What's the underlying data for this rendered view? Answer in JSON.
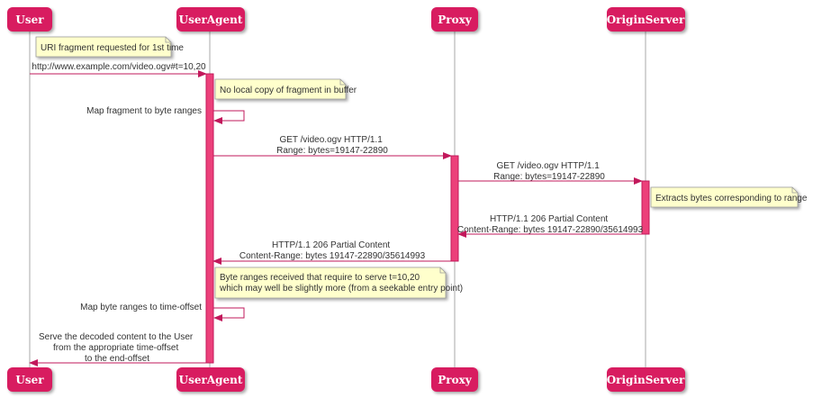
{
  "participants": [
    {
      "id": "user",
      "label": "User"
    },
    {
      "id": "useragent",
      "label": "UserAgent"
    },
    {
      "id": "proxy",
      "label": "Proxy"
    },
    {
      "id": "origin",
      "label": "OriginServer"
    }
  ],
  "notes": {
    "n1": [
      "URI fragment requested for 1st time"
    ],
    "n2": [
      "No local copy of fragment in buffer"
    ],
    "n3": [
      "Extracts bytes corresponding to range"
    ],
    "n4": [
      "Byte ranges received that require to serve t=10,20",
      "which may well be slightly more (from a seekable entry point)"
    ]
  },
  "messages": {
    "m1": [
      "http://www.example.com/video.ogv#t=10,20"
    ],
    "m2": [
      "Map fragment to byte ranges"
    ],
    "m3": [
      "GET /video.ogv HTTP/1.1",
      "Range: bytes=19147-22890"
    ],
    "m4": [
      "GET /video.ogv HTTP/1.1",
      "Range: bytes=19147-22890"
    ],
    "m5": [
      "HTTP/1.1 206 Partial Content",
      "Content-Range: bytes 19147-22890/35614993"
    ],
    "m6": [
      "HTTP/1.1 206 Partial Content",
      "Content-Range: bytes 19147-22890/35614993"
    ],
    "m7": [
      "Map byte ranges to time-offset"
    ],
    "m8": [
      "Serve the decoded content to the User",
      "from the appropriate time-offset",
      "to the end-offset"
    ]
  },
  "colors": {
    "participant_fill": "#d81b60",
    "arrow": "#c2185b",
    "activation_fill": "#ec407a",
    "note_fill": "#ffffcc",
    "lifeline": "#aaaaaa"
  }
}
